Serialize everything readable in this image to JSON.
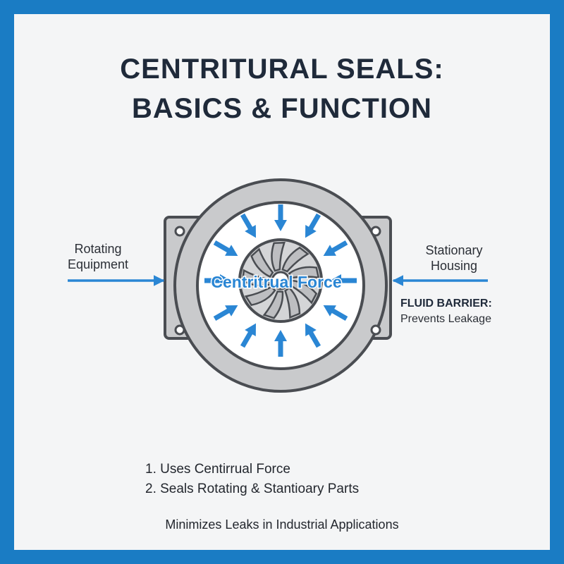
{
  "title": {
    "line1": "CENTRITURAL SEALS:",
    "line2": "BASICS & FUNCTION"
  },
  "labels": {
    "rotating_1": "Rotating",
    "rotating_2": "Equipment",
    "stationary_1": "Stationary",
    "stationary_2": "Housing",
    "center": "Centritrual Force",
    "fluid_title": "FLUID BARRIER:",
    "fluid_sub": "Prevents Leakage"
  },
  "list": [
    "1. Uses Centirrual Force",
    "2. Seals Rotating & Stantioary Parts"
  ],
  "footer": "Minimizes Leaks in Industrial Applications",
  "colors": {
    "border": "#1a7cc4",
    "accent_blue": "#2a86d4",
    "metal": "#c9cacc",
    "metal_dark": "#4a4d52",
    "title": "#1f2a3a"
  }
}
